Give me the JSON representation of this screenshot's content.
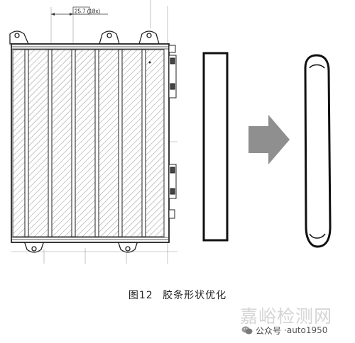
{
  "drawing": {
    "dimension_label": "25.7 (18x)"
  },
  "caption": {
    "figure_number": "图12",
    "title": "胶条形状优化"
  },
  "watermark": {
    "site": "嘉峪检测网",
    "account_label": "公众号",
    "account_id": "auto1950",
    "icon": "wechat-icon"
  }
}
